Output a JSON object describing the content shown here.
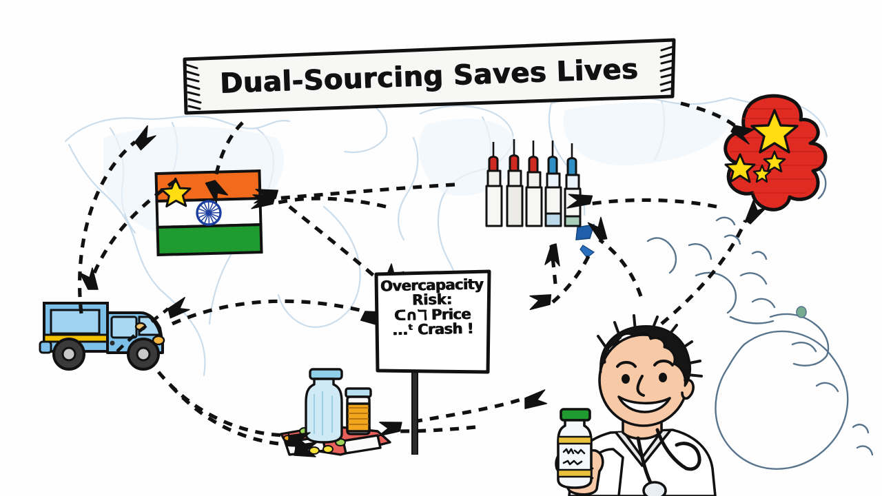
{
  "scene": {
    "style": "hand-drawn marker whiteboard infographic",
    "background_color": "#ffffff",
    "ink_color": "#111111",
    "map_ink_color": "#b9cfe4",
    "map_ink_color_dark": "#44617c"
  },
  "banner": {
    "title": "Dual-Sourcing Saves Lives",
    "fill": "#f7f7f5",
    "border": "#111111"
  },
  "sign": {
    "line1": "Overcapacity",
    "line2": "Risk:",
    "line3": "ᑕ∩ℸ Price",
    "line4": "...ᵗ Crash !",
    "fill": "#ffffff",
    "border": "#111111",
    "post_color": "#2b2b2b"
  },
  "nodes": {
    "india_flag": {
      "label": "India flag",
      "saffron": "#f26a1b",
      "white": "#fdfdfd",
      "green": "#1f9b2f",
      "chakra": "#1b3fa0",
      "star": "#ffdd10"
    },
    "china_map": {
      "label": "China map",
      "red": "#e02b22",
      "star": "#ffdd10"
    },
    "truck": {
      "label": "Delivery truck",
      "body": "#6cb8e8",
      "stripe": "#f2c200",
      "wheel": "#3a3a3a",
      "headlight": "#f4b63f"
    },
    "syringes": {
      "label": "Vaccine syringes",
      "count": 5,
      "red_tip": "#cf2a21",
      "blue_tip": "#2f8fc4",
      "barrel": "#f6f6f4"
    },
    "pills": {
      "label": "Pill bottles and blister packs",
      "vial_glass": "#bfe2f2",
      "vial_cap": "#8fd0e8",
      "pill_orange": "#f2a61e",
      "blister_red": "#e8605a",
      "pill_yellow": "#f7e03a",
      "pill_green": "#9fd45b"
    },
    "doctor": {
      "label": "Smiling doctor holding vaccine vial",
      "skin": "#f7c9a7",
      "hair": "#151515",
      "coat": "#ffffff",
      "vial_cap": "#1f9b2f",
      "vial_label": "#e8c23c",
      "vial_text": "scribble"
    },
    "blue_boat": {
      "label": "Shipping marker"
    }
  },
  "arrows": {
    "style": "black dashed curved arrows",
    "count": 12,
    "color": "#111111"
  }
}
